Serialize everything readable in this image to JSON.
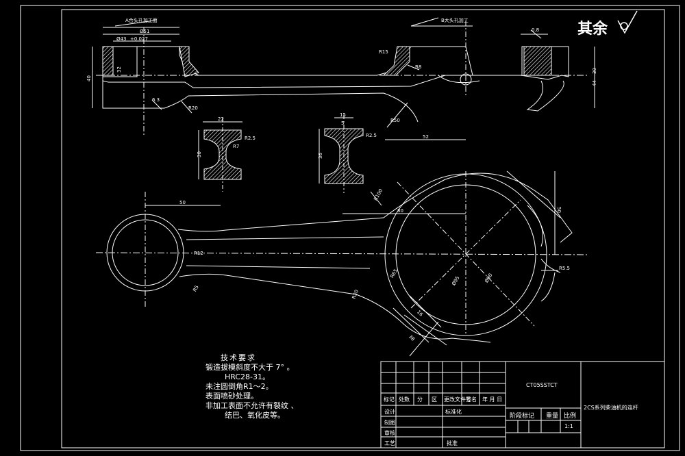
{
  "surface_note": {
    "text": "其余",
    "roughness": ""
  },
  "callouts": {
    "a": "A合头孔加工面",
    "b": "B大头孔加工"
  },
  "dims_top": {
    "d51": "Ø51",
    "d43": "Ø43",
    "tol": "+0.027",
    "r15": "R15",
    "h40": "40",
    "h32": "32",
    "r8": "R8",
    "a6_3": "6.3",
    "r20": "R20",
    "r50": "R50",
    "r0_8": "0.8",
    "h44": "44",
    "h30": "30",
    "w52": "52"
  },
  "dims_sections": {
    "s1_w": "22",
    "s1_h": "30",
    "s1_r": "R2.5",
    "s1_r2": "R7",
    "s2_w": "15",
    "s2_h": "36",
    "s2_r": "R2.5",
    "s2_top": "5"
  },
  "dims_plan": {
    "l50": "50",
    "l80": "80",
    "h50": "50",
    "r100": "R100",
    "r12": "R12",
    "r65": "R65",
    "r5_5": "R5.5",
    "r5": "R5",
    "d95": "Ø95",
    "d90": "Ø90",
    "l16": "16",
    "l38": "38",
    "r20p": "R20"
  },
  "tech": {
    "title": "技术要求",
    "lines": [
      "锻造拔模斜度不大于 7°  。",
      "HRC28-31。",
      "未注圆倒角R1～2。",
      "表面喷砂处理。",
      "非加工表面不允许有裂纹 、",
      "结巴、氧化皮等。"
    ]
  },
  "title_block": {
    "material": "CT05SSTCT",
    "part_name": "2CS系列柴油机的连杆",
    "h_mark": "标记",
    "h_count": "处数",
    "h_zone": "分",
    "h_area": "区",
    "h_change": "更改文件号",
    "h_sign": "签名",
    "h_date": "年 月 日",
    "r_design": "设计",
    "r_std": "标准化",
    "r_draw": "制图",
    "r_check": "审核",
    "r_proc": "工艺",
    "r_approve": "批准",
    "stage": "阶段标记",
    "weight": "重量",
    "scale_label": "比例",
    "scale": "1:1"
  }
}
